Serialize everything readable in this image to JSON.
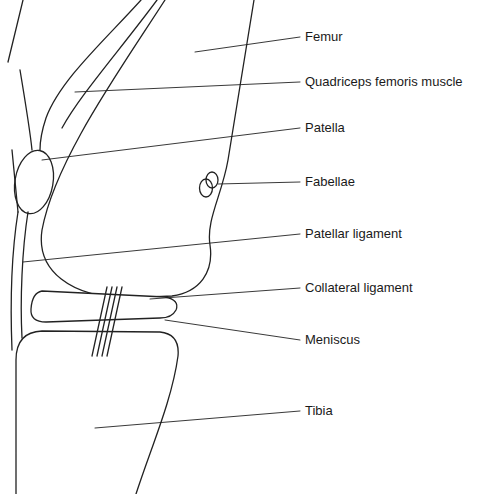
{
  "diagram": {
    "labels": [
      "Femur",
      "Quadriceps femoris muscle",
      "Patella",
      "Fabellae",
      "Patellar ligament",
      "Collateral ligament",
      "Meniscus",
      "Tibia"
    ]
  }
}
